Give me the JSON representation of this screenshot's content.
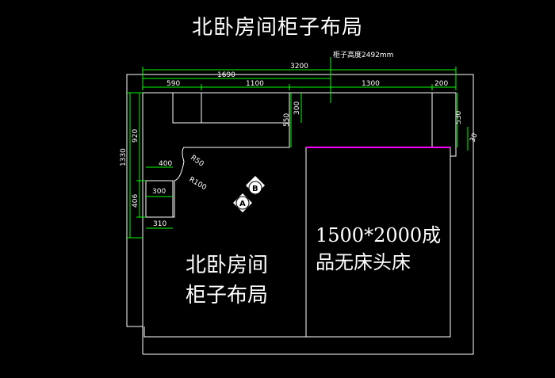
{
  "title": "北卧房间柜子布局",
  "room_label_line1": "北卧房间",
  "room_label_line2": "柜子布局",
  "bed_label_line1": "1500*2000成",
  "bed_label_line2": "品无床头床",
  "cabinet_height_note": "柜子高度2492mm",
  "dimensions": {
    "total_width": "3200",
    "width_1690": "1690",
    "seg_590": "590",
    "seg_1100": "1100",
    "seg_1300": "1300",
    "seg_200": "200",
    "left_total": "1330",
    "left_920": "920",
    "left_406": "406",
    "depth_550": "550",
    "depth_300": "300",
    "right_530": "530",
    "right_30": "30",
    "horiz_400": "400",
    "horiz_300": "300",
    "horiz_310": "310",
    "radius_50": "R50",
    "radius_100": "R100"
  },
  "markers": {
    "a": "A",
    "b": "B"
  },
  "colors": {
    "wall": "#ffffff",
    "dimension": "#00ff00",
    "bed_edge": "#ff00ff",
    "background": "#000000"
  }
}
